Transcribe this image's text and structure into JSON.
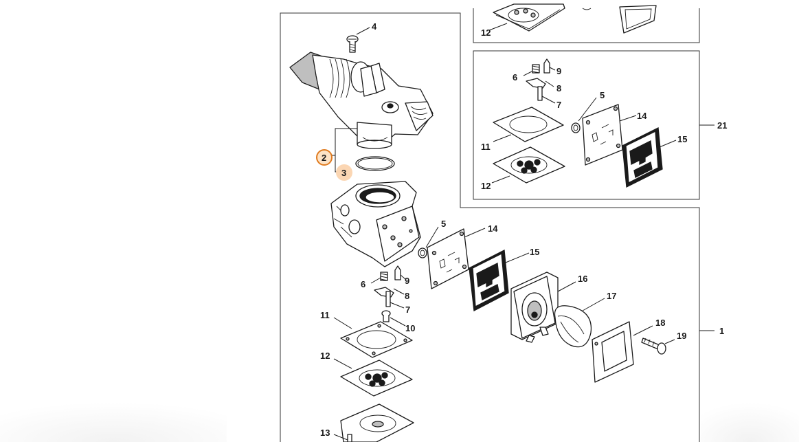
{
  "diagram": {
    "callouts_main": [
      "4",
      "2",
      "3",
      "5",
      "14",
      "15",
      "16",
      "17",
      "18",
      "19",
      "1",
      "6",
      "9",
      "8",
      "7",
      "10",
      "11",
      "12",
      "13"
    ],
    "callouts_inset": [
      "6",
      "9",
      "8",
      "7",
      "5",
      "14",
      "11",
      "15",
      "12",
      "21"
    ],
    "callouts_top": [
      "12"
    ],
    "highlight": {
      "selected": "2",
      "related": "3",
      "accent": "#e07b20",
      "accent_fill": "#fde3c6",
      "related_fill": "#fbd6b3"
    }
  }
}
